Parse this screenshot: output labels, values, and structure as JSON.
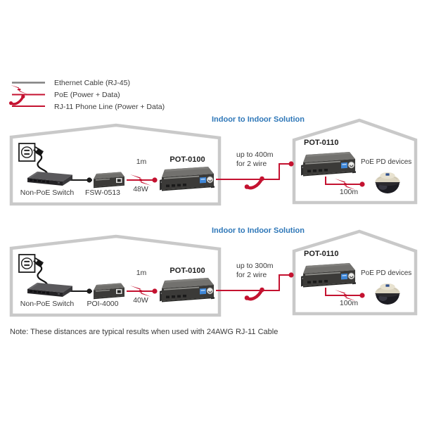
{
  "legend": {
    "items": [
      {
        "id": "ethernet",
        "label": "Ethernet Cable (RJ-45)",
        "icon": "ethernet-line-icon"
      },
      {
        "id": "poe",
        "label": "PoE (Power + Data)",
        "icon": "poe-lightning-icon"
      },
      {
        "id": "rj11",
        "label": "RJ-11 Phone Line (Power + Data)",
        "icon": "rj11-handset-icon"
      }
    ]
  },
  "solutions": [
    {
      "title": "Indoor to Indoor Solution",
      "source_house": {
        "switch_label": "Non-PoE Switch",
        "midspan_label": "FSW-0513",
        "poe_distance": "1m",
        "poe_power": "48W",
        "transmitter_label": "POT-0100"
      },
      "link": {
        "distance": "up to 400m",
        "wire": "for 2 wire"
      },
      "dest_house": {
        "receiver_label": "POT-0110",
        "pd_label": "PoE PD devices",
        "pd_distance": "100m"
      }
    },
    {
      "title": "Indoor to Indoor Solution",
      "source_house": {
        "switch_label": "Non-PoE Switch",
        "midspan_label": "POI-4000",
        "poe_distance": "1m",
        "poe_power": "40W",
        "transmitter_label": "POT-0100"
      },
      "link": {
        "distance": "up to 300m",
        "wire": "for 2 wire"
      },
      "dest_house": {
        "receiver_label": "POT-0110",
        "pd_label": "PoE PD devices",
        "pd_distance": "100m"
      }
    }
  ],
  "note": "Note: These distances are typical results when used with 24AWG RJ-11 Cable",
  "icons": {
    "ethernet": "straight-line",
    "poe": "lightning-bolt",
    "rj11": "phone-handset",
    "power": "wall-outlet-with-plug",
    "pd_device": "dome-camera"
  },
  "colors": {
    "red": "#c41230",
    "blue": "#2e77b8",
    "house": "#c9c9c9",
    "text": "#3b3b3b"
  }
}
